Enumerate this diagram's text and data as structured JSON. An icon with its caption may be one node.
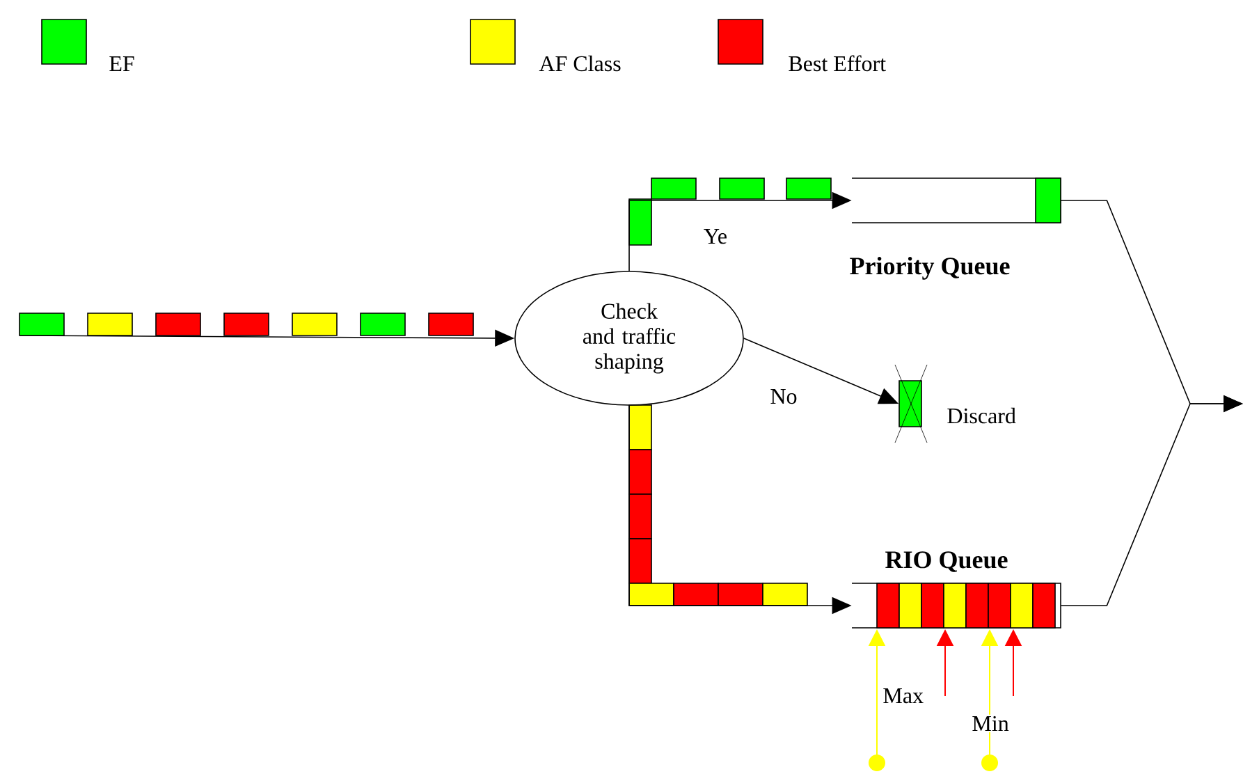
{
  "diagram": {
    "nodes": [
      {
        "text": [
          "Check and traffic shaping"
        ]
      },
      {
        "text": [
          "Priority Queue"
        ]
      },
      {
        "text": [],
        "shape": "box",
        "beside": [
          "Discard"
        ]
      },
      {
        "text": [
          "RIO Queue"
        ]
      }
    ],
    "edges": [
      {
        "from": null,
        "to": 0,
        "arrow": "to"
      },
      {
        "from": 0,
        "to": 1,
        "arrow": "to",
        "label": "Ye"
      },
      {
        "from": 0,
        "to": 2,
        "arrow": "to",
        "label": "No"
      },
      {
        "from": 0,
        "to": 3,
        "arrow": "to"
      },
      {
        "from": 1,
        "to": null,
        "arrow": "to"
      },
      {
        "from": 3,
        "to": null,
        "arrow": "to"
      }
    ],
    "labels": [
      "Max",
      "Min"
    ],
    "legend": [
      {
        "text": "EF",
        "color": "#00ff00"
      },
      {
        "text": "AF Class",
        "color": "#ffff00"
      },
      {
        "text": "Best Effort",
        "color": "#ff0000"
      }
    ]
  }
}
